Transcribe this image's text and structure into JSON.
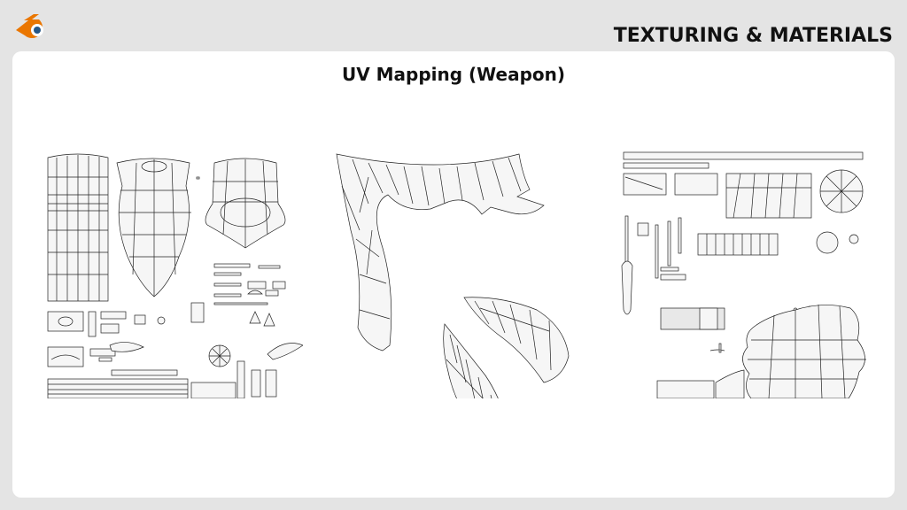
{
  "header": {
    "logo_icon": "blender-logo-icon",
    "section_title": "TEXTURING & MATERIALS",
    "brand_colors": {
      "orange": "#ea7600",
      "blue": "#265787"
    }
  },
  "slide": {
    "title": "UV Mapping (Weapon)"
  },
  "uv_maps": [
    {
      "name": "uv-layout-body-parts",
      "icon": "uv-islands-icon"
    },
    {
      "name": "uv-layout-blade",
      "icon": "uv-islands-icon"
    },
    {
      "name": "uv-layout-mechanism",
      "icon": "uv-islands-icon"
    }
  ]
}
